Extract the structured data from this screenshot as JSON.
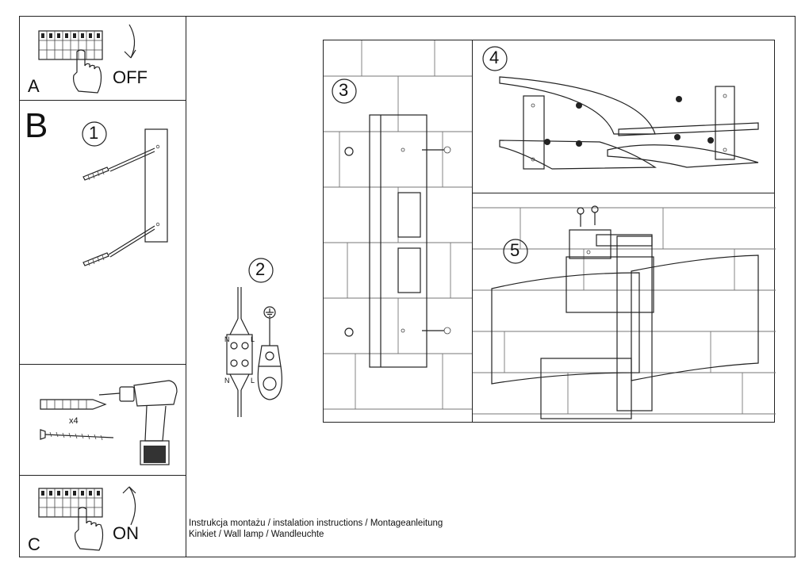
{
  "sections": {
    "a": {
      "letter": "A",
      "switch_word": "OFF"
    },
    "b": {
      "letter": "B"
    },
    "c": {
      "letter": "C",
      "switch_word": "ON"
    }
  },
  "steps": [
    "1",
    "2",
    "3",
    "4",
    "5"
  ],
  "wiring": {
    "n_top": "N",
    "l_top": "L",
    "n_bottom": "N",
    "l_bottom": "L"
  },
  "kit": {
    "quantity": "x4"
  },
  "footer": {
    "line1": "Instrukcja montażu / instalation instructions / Montageanleitung",
    "line2": "Kinkiet / Wall lamp / Wandleuchte"
  }
}
